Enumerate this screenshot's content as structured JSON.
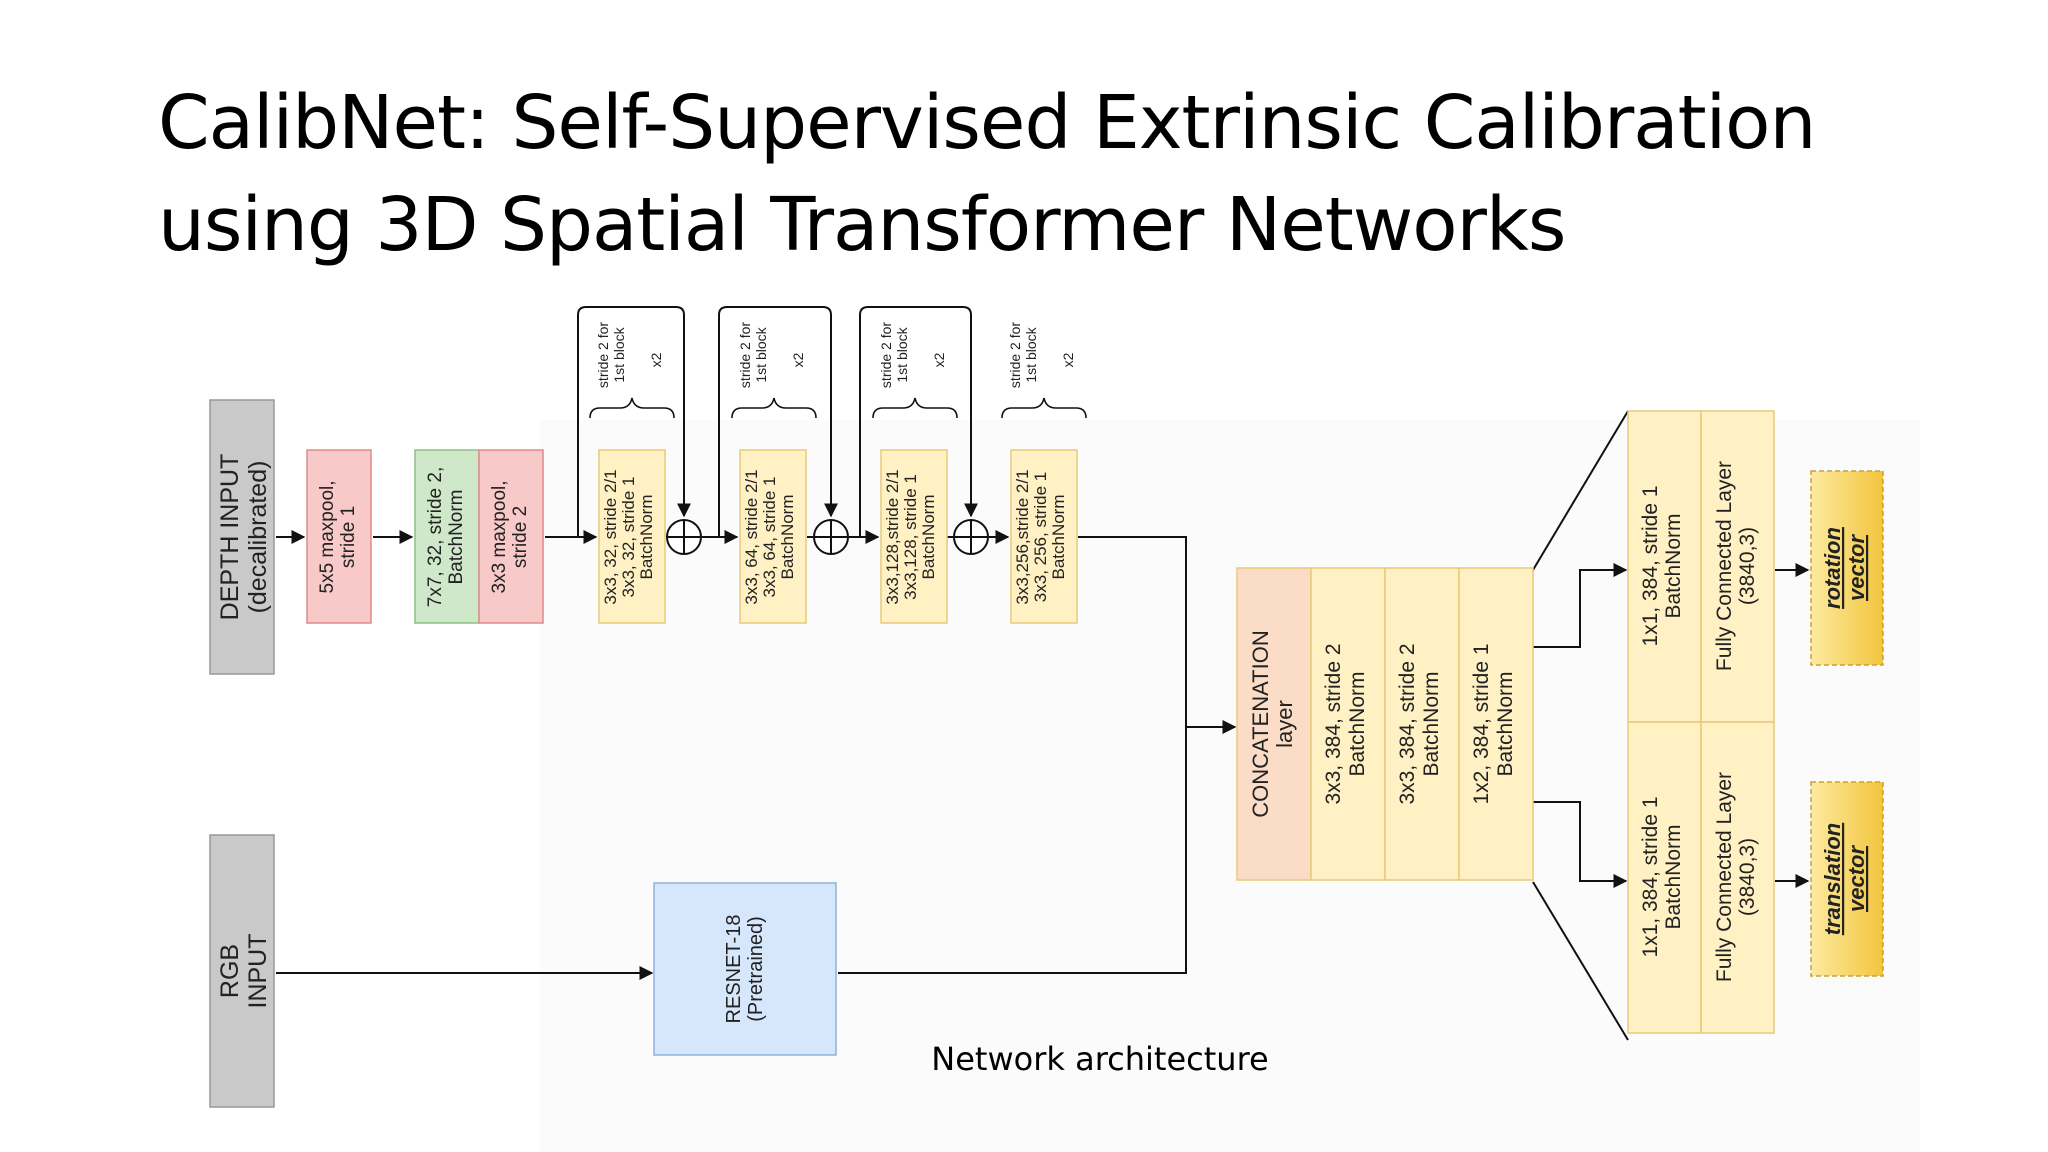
{
  "title": {
    "line1": "CalibNet: Self-Supervised Extrinsic Calibration",
    "line2": "using 3D Spatial Transformer Networks"
  },
  "caption": "Network architecture",
  "colors": {
    "input_gray": "#c8c8c8",
    "maxpool_red": "#f8c9c9",
    "conv_green": "#cfe8c9",
    "resblock_yellow": "#fff1c4",
    "resblock_border": "#e8c97a",
    "concat_orange": "#fbdcc6",
    "resnet_blue": "#d6e6fb",
    "output_gold": "#f6d35a"
  },
  "inputs": {
    "depth": {
      "line1": "DEPTH INPUT",
      "line2": "(decalibrated)"
    },
    "rgb": {
      "line1": "RGB",
      "line2": "INPUT"
    }
  },
  "depth_stream": {
    "maxpool1": [
      "5x5 maxpool,",
      "stride 1"
    ],
    "conv1": [
      "7x7, 32, stride 2,",
      "BatchNorm"
    ],
    "maxpool2": [
      "3x3 maxpool,",
      "stride 2"
    ],
    "res_blocks": [
      {
        "lines": [
          "3x3, 32, stride 2/1",
          "3x3, 32, stride 1",
          "BatchNorm"
        ]
      },
      {
        "lines": [
          "3x3, 64, stride 2/1",
          "3x3, 64, stride 1",
          "BatchNorm"
        ]
      },
      {
        "lines": [
          "3x3,128,stride 2/1",
          "3x3,128, stride 1",
          "BatchNorm"
        ]
      },
      {
        "lines": [
          "3x3,256,stride 2/1",
          "3x3, 256, stride 1",
          "BatchNorm"
        ]
      }
    ],
    "brace_note": [
      "stride 2 for",
      "1st block"
    ],
    "repeat": "x2"
  },
  "rgb_stream": {
    "resnet": [
      "RESNET-18",
      "(Pretrained)"
    ]
  },
  "fusion": {
    "concat": [
      "CONCATENATION",
      "layer"
    ],
    "convs": [
      [
        "3x3, 384, stride 2",
        "BatchNorm"
      ],
      [
        "3x3, 384, stride 2",
        "BatchNorm"
      ],
      [
        "1x2, 384, stride 1",
        "BatchNorm"
      ]
    ]
  },
  "heads": [
    {
      "conv": [
        "1x1, 384, stride 1",
        "BatchNorm"
      ],
      "fc": [
        "Fully Connected Layer",
        "(3840,3)"
      ],
      "output": [
        "rotation",
        "vector"
      ]
    },
    {
      "conv": [
        "1x1, 384, stride 1",
        "BatchNorm"
      ],
      "fc": [
        "Fully Connected Layer",
        "(3840,3)"
      ],
      "output": [
        "translation",
        "vector"
      ]
    }
  ]
}
